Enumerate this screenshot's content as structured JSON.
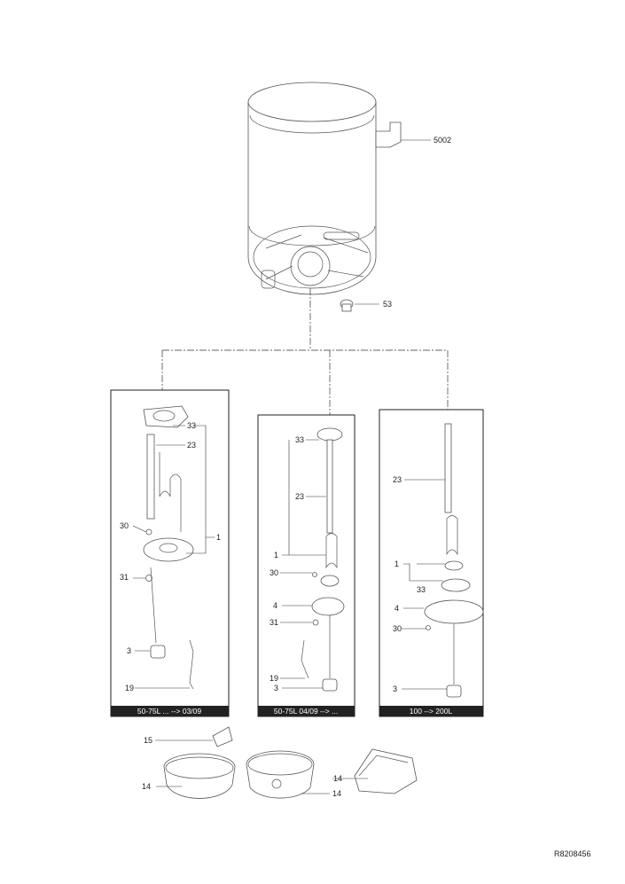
{
  "tank_labels": {
    "bracket": "5002",
    "plug": "53"
  },
  "panels": [
    {
      "footer": "50-75L ... --> 03/09",
      "labels": [
        "33",
        "23",
        "1",
        "30",
        "31",
        "3",
        "19"
      ]
    },
    {
      "footer": "50-75L 04/09 --> ...",
      "labels": [
        "33",
        "23",
        "1",
        "30",
        "4",
        "31",
        "19",
        "3"
      ]
    },
    {
      "footer": "100 --> 200L",
      "labels": [
        "23",
        "1",
        "33",
        "4",
        "30",
        "3"
      ]
    }
  ],
  "bottom_labels": [
    "15",
    "14",
    "14",
    "14"
  ],
  "reference": "R8208456"
}
